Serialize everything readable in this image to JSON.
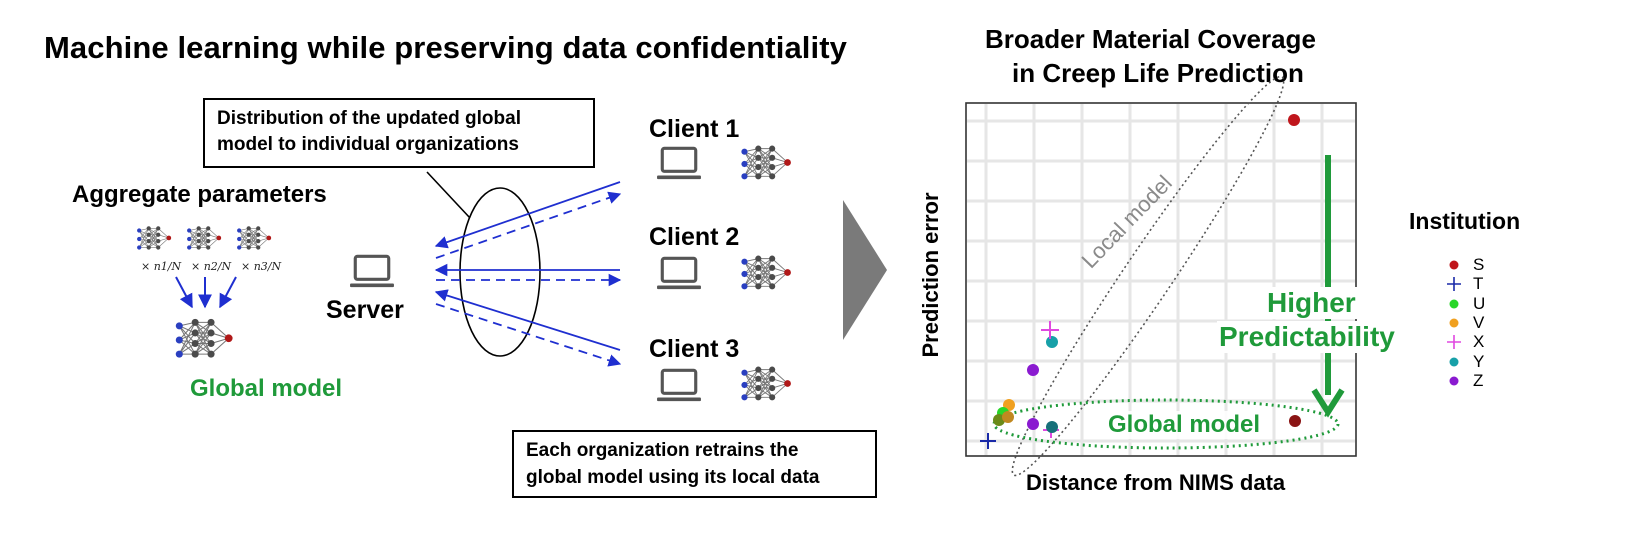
{
  "left_panel": {
    "title": "Machine learning while preserving data confidentiality",
    "distribution_box": [
      "Distribution of the updated global",
      "model to individual organizations"
    ],
    "aggregate_label": "Aggregate parameters",
    "weights": [
      "× n1/N",
      "× n2/N",
      "× n3/N"
    ],
    "server_label": "Server",
    "global_model_label": "Global model",
    "clients": [
      "Client 1",
      "Client 2",
      "Client 3"
    ],
    "retrain_box": [
      "Each organization retrains the",
      "global model using its local data"
    ]
  },
  "right_panel": {
    "title_lines": [
      "Broader Material Coverage",
      "in Creep Life Prediction"
    ],
    "xlabel": "Distance from NIMS data",
    "ylabel": "Prediction error",
    "local_model_label": "Local model",
    "global_model_label": "Global model",
    "higher_predictability": [
      "Higher",
      "Predictability"
    ],
    "legend_title": "Institution",
    "legend": [
      {
        "label": "S",
        "color": "#c0161c",
        "marker": "dot"
      },
      {
        "label": "T",
        "color": "#1a2aa8",
        "marker": "plus"
      },
      {
        "label": "U",
        "color": "#28d628",
        "marker": "dot"
      },
      {
        "label": "V",
        "color": "#f0a020",
        "marker": "dot"
      },
      {
        "label": "X",
        "color": "#e048e0",
        "marker": "plus"
      },
      {
        "label": "Y",
        "color": "#17a0a8",
        "marker": "dot"
      },
      {
        "label": "Z",
        "color": "#8a1ad0",
        "marker": "dot"
      }
    ]
  },
  "colors": {
    "accent_green": "#1f9a3a",
    "arrow_blue": "#1f2fd0",
    "divider_gray": "#7a7a7a"
  }
}
